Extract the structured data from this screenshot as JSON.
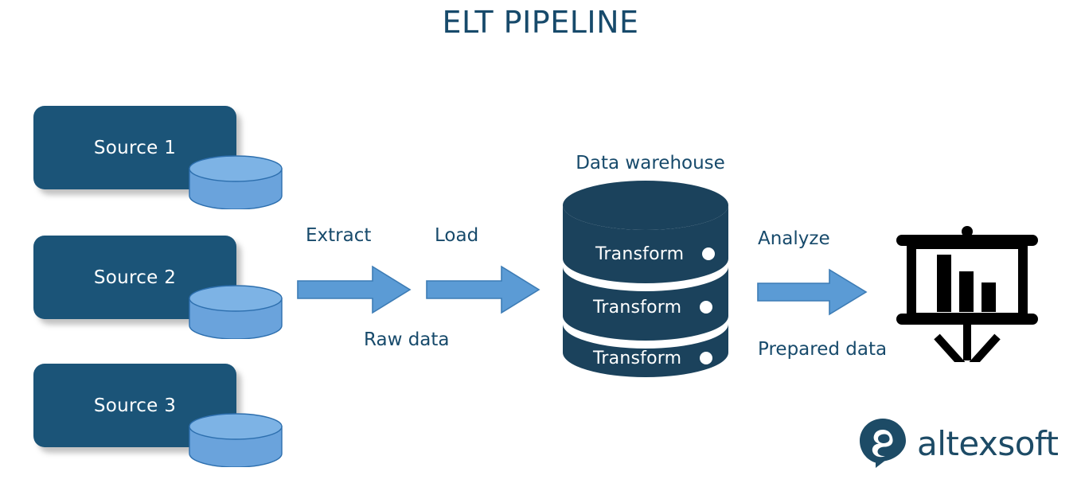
{
  "title": "ELT PIPELINE",
  "colors": {
    "dark_navy": "#1b5478",
    "title_navy": "#174a6b",
    "light_blue": "#5b9bd5",
    "arrow_border": "#3d7cb5",
    "warehouse_navy": "#1b425c",
    "icon_black": "#000000",
    "logo_navy": "#1d4b66",
    "background": "#ffffff"
  },
  "sources": [
    {
      "label": "Source 1",
      "icon": "database-cylinder-icon"
    },
    {
      "label": "Source 2",
      "icon": "database-cylinder-icon"
    },
    {
      "label": "Source 3",
      "icon": "database-cylinder-icon"
    }
  ],
  "stages": [
    {
      "name": "extract",
      "label": "Extract",
      "caption": "",
      "icon": "right-arrow-icon"
    },
    {
      "name": "load",
      "label": "Load",
      "caption": "",
      "icon": "right-arrow-icon"
    },
    {
      "name": "analyze",
      "label": "Analyze",
      "caption": "",
      "icon": "right-arrow-icon"
    }
  ],
  "captions": {
    "raw_data": "Raw data",
    "prepared_data": "Prepared data"
  },
  "warehouse": {
    "caption": "Data warehouse",
    "bands": [
      {
        "label": "Transform",
        "indicator": "status-dot-icon"
      },
      {
        "label": "Transform",
        "indicator": "status-dot-icon"
      },
      {
        "label": "Transform",
        "indicator": "status-dot-icon"
      }
    ]
  },
  "output": {
    "icon": "presentation-bar-chart-icon",
    "bars": [
      100,
      72,
      48
    ]
  },
  "logo": {
    "mark": "altexsoft-speech-bubble-icon",
    "wordmark": "altexsoft"
  }
}
